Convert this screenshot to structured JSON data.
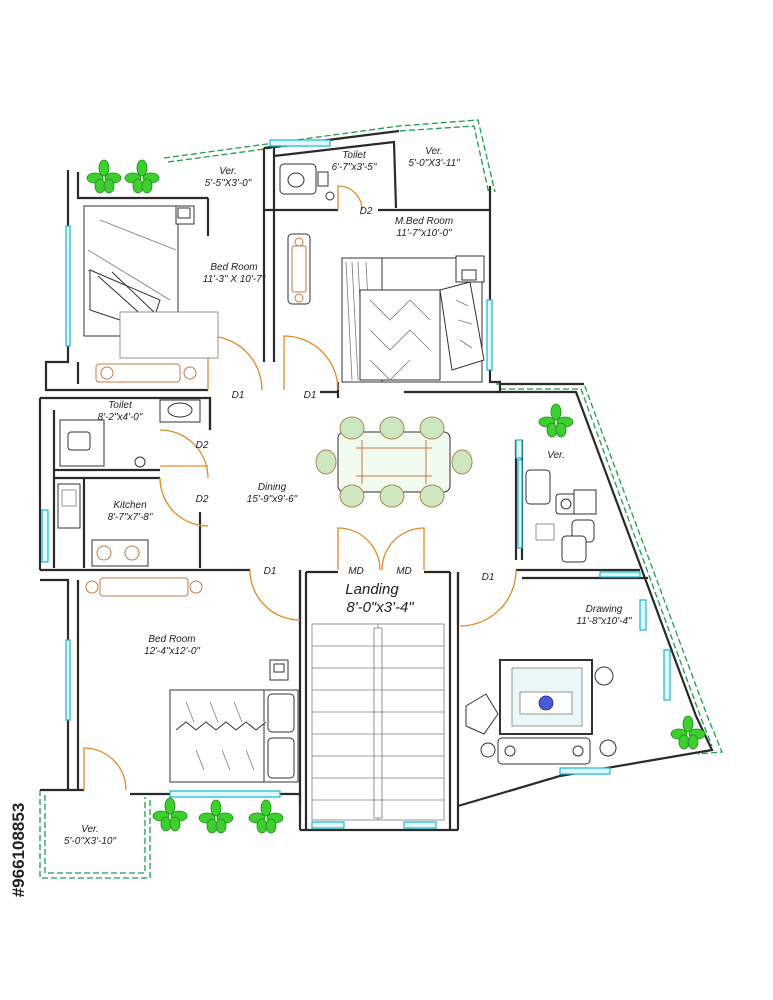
{
  "rooms": {
    "ver_top_left": {
      "name": "Ver.",
      "size": "5'-5\"X3'-0\""
    },
    "toilet_top": {
      "name": "Toilet",
      "size": "6'-7\"x3'-5\""
    },
    "ver_top_right": {
      "name": "Ver.",
      "size": "5'-0\"X3'-11\""
    },
    "bed_room_1": {
      "name": "Bed Room",
      "size": "11'-3\" X 10'-7\""
    },
    "m_bed_room": {
      "name": "M.Bed Room",
      "size": "11'-7\"x10'-0\""
    },
    "toilet_mid": {
      "name": "Toilet",
      "size": "8'-2\"x4'-0\""
    },
    "kitchen": {
      "name": "Kitchen",
      "size": "8'-7\"x7'-8\""
    },
    "dining": {
      "name": "Dining",
      "size": "15'-9\"x9'-6\""
    },
    "ver_right": {
      "name": "Ver."
    },
    "landing": {
      "name": "Landing",
      "size": "8'-0\"x3'-4\""
    },
    "drawing": {
      "name": "Drawing",
      "size": "11'-8\"x10'-4\""
    },
    "bed_room_2": {
      "name": "Bed Room",
      "size": "12'-4\"x12'-0\""
    },
    "ver_bottom_left": {
      "name": "Ver.",
      "size": "5'-0\"X3'-10\""
    }
  },
  "doors": {
    "d1": "D1",
    "d2": "D2",
    "md": "MD"
  },
  "stock_id": "#966108853",
  "colors": {
    "wall": "#2a2a2a",
    "window": "#19b7c7",
    "door_swing": "#e08a2e",
    "railing": "#1f9e4a",
    "plant": "#3ccf2e",
    "furniture_accent": "#c67a4a"
  },
  "icons": [
    "plant-icon",
    "bed-icon",
    "sofa-icon",
    "dining-table-icon",
    "stove-icon",
    "sink-icon",
    "toilet-icon",
    "tv-icon",
    "armchair-icon",
    "staircase-icon"
  ]
}
